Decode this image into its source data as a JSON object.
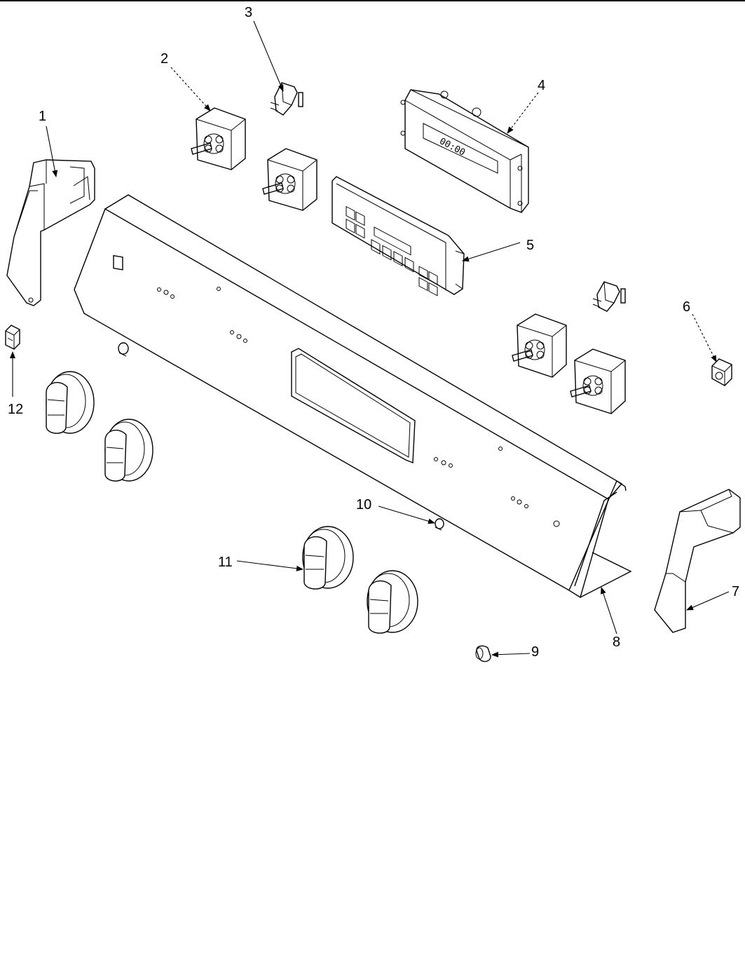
{
  "callouts": [
    "1",
    "2",
    "3",
    "4",
    "5",
    "6",
    "7",
    "8",
    "9",
    "10",
    "11",
    "12"
  ],
  "clock_display": {
    "digits": "00:00"
  },
  "colors": {
    "line": "#000000",
    "background": "#ffffff"
  }
}
